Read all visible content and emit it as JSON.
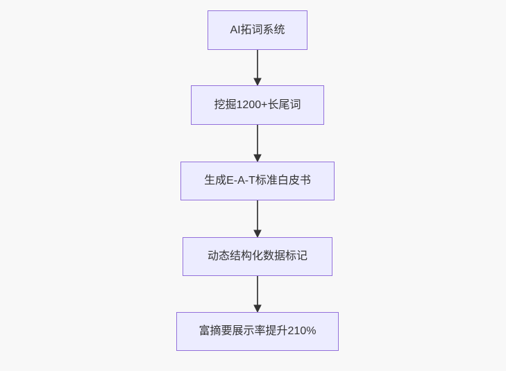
{
  "diagram": {
    "type": "flowchart",
    "direction": "top-down",
    "nodes": [
      {
        "label": "AI拓词系统"
      },
      {
        "label": "挖掘1200+长尾词"
      },
      {
        "label": "生成E-A-T标准白皮书"
      },
      {
        "label": "动态结构化数据标记"
      },
      {
        "label": "富摘要展示率提升210%"
      }
    ],
    "edges": [
      {
        "from": "AI拓词系统",
        "to": "挖掘1200+长尾词"
      },
      {
        "from": "挖掘1200+长尾词",
        "to": "生成E-A-T标准白皮书"
      },
      {
        "from": "生成E-A-T标准白皮书",
        "to": "动态结构化数据标记"
      },
      {
        "from": "动态结构化数据标记",
        "to": "富摘要展示率提升210%"
      }
    ],
    "colors": {
      "background": "#f8f8f8",
      "node_fill": "#ececff",
      "node_border": "#9370db",
      "node_text": "#333333",
      "arrow": "#333333"
    }
  }
}
